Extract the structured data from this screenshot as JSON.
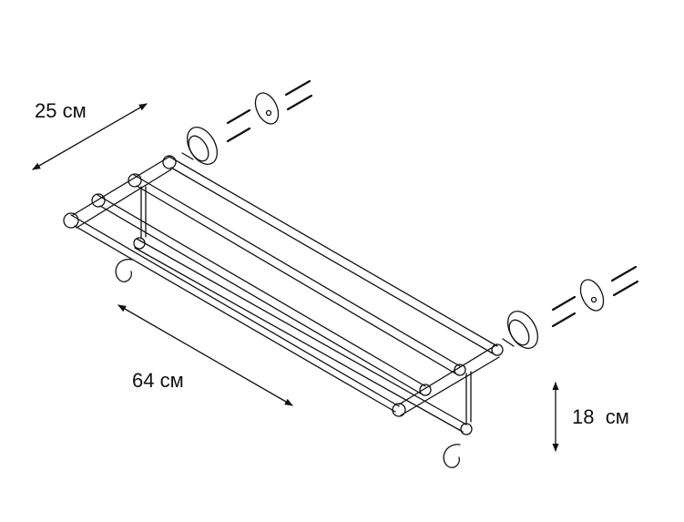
{
  "diagram": {
    "subject": "towel-rack",
    "dimensions": {
      "depth": "25 см",
      "width": "64 см",
      "height": "18  см"
    },
    "colors": {
      "line": "#111111",
      "background": "#ffffff"
    }
  }
}
